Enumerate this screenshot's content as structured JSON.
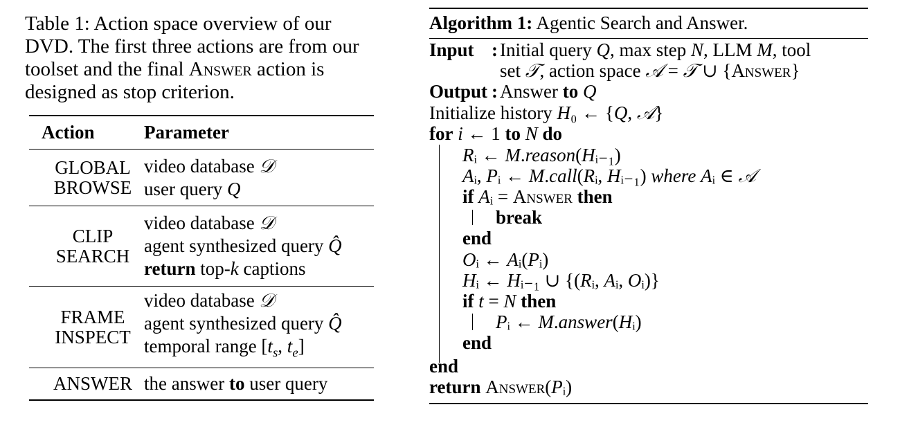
{
  "table": {
    "caption": "Table 1: Action space overview of our DVD. The first three actions are from our toolset and the final ANSWER action is designed as stop criterion.",
    "headers": [
      "Action",
      "Parameter"
    ],
    "rows": [
      {
        "action": [
          "GLOBAL",
          "BROWSE"
        ],
        "params": [
          "video database 𝒟",
          "user query Q"
        ]
      },
      {
        "action": [
          "CLIP",
          "SEARCH"
        ],
        "params": [
          "video database 𝒟",
          "agent synthesized query Q̂",
          "return top-k captions"
        ]
      },
      {
        "action": [
          "FRAME",
          "INSPECT"
        ],
        "params": [
          "video database 𝒟",
          "agent synthesized query Q̂",
          "temporal range [t_s, t_e]"
        ]
      },
      {
        "action": [
          "ANSWER"
        ],
        "params": [
          "the answer to user query"
        ]
      }
    ]
  },
  "algorithm": {
    "title_label": "Algorithm 1:",
    "title_text": "Agentic Search and Answer.",
    "input_label": "Input",
    "input_text_1": "Initial query Q, max step N, LLM M, tool",
    "input_text_2": "set 𝒯, action space 𝒜 = 𝒯 ∪ {ANSWER}",
    "output_label": "Output",
    "output_text": "Answer to Q",
    "lines": [
      "Initialize history H₀ ← {Q, 𝒜}",
      "for i ← 1 to N do",
      "Rᵢ ← M.reason(Hᵢ₋₁)",
      "Aᵢ, Pᵢ ← M.call(Rᵢ, Hᵢ₋₁) where Aᵢ ∈ 𝒜",
      "if Aᵢ = ANSWER then",
      "break",
      "end",
      "Oᵢ ← Aᵢ(Pᵢ)",
      "Hᵢ ← Hᵢ₋₁ ∪ {(Rᵢ, Aᵢ, Oᵢ)}",
      "if t = N then",
      "Pᵢ ← M.answer(Hᵢ)",
      "end",
      "end",
      "return ANSWER(Pᵢ)"
    ]
  }
}
